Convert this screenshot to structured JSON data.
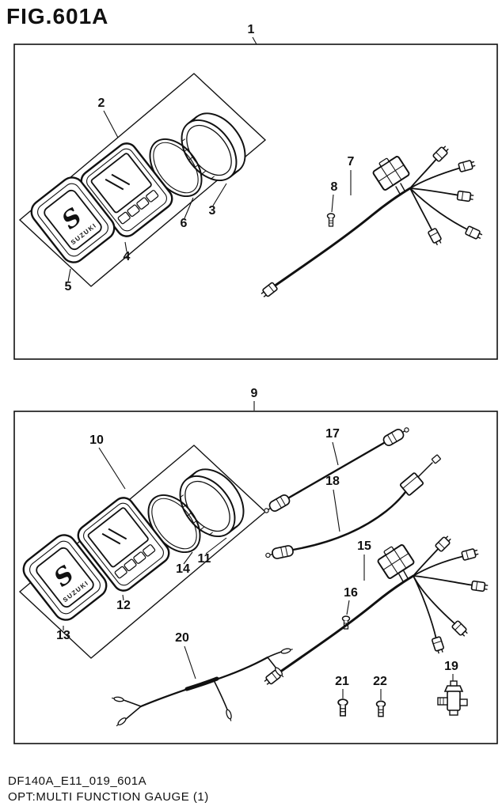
{
  "figure": {
    "title": "FIG.601A",
    "footer_code": "DF140A_E11_019_601A",
    "footer_caption": "OPT:MULTI FUNCTION GAUGE (1)"
  },
  "brand": {
    "logo_letter": "S",
    "name": "SUZUKI"
  },
  "callouts": {
    "c1": "1",
    "c2": "2",
    "c3": "3",
    "c4": "4",
    "c5": "5",
    "c6": "6",
    "c7": "7",
    "c8": "8",
    "c9": "9",
    "c10": "10",
    "c11": "11",
    "c12": "12",
    "c13": "13",
    "c14": "14",
    "c15": "15",
    "c16": "16",
    "c17": "17",
    "c18": "18",
    "c19": "19",
    "c20": "20",
    "c21": "21",
    "c22": "22"
  }
}
